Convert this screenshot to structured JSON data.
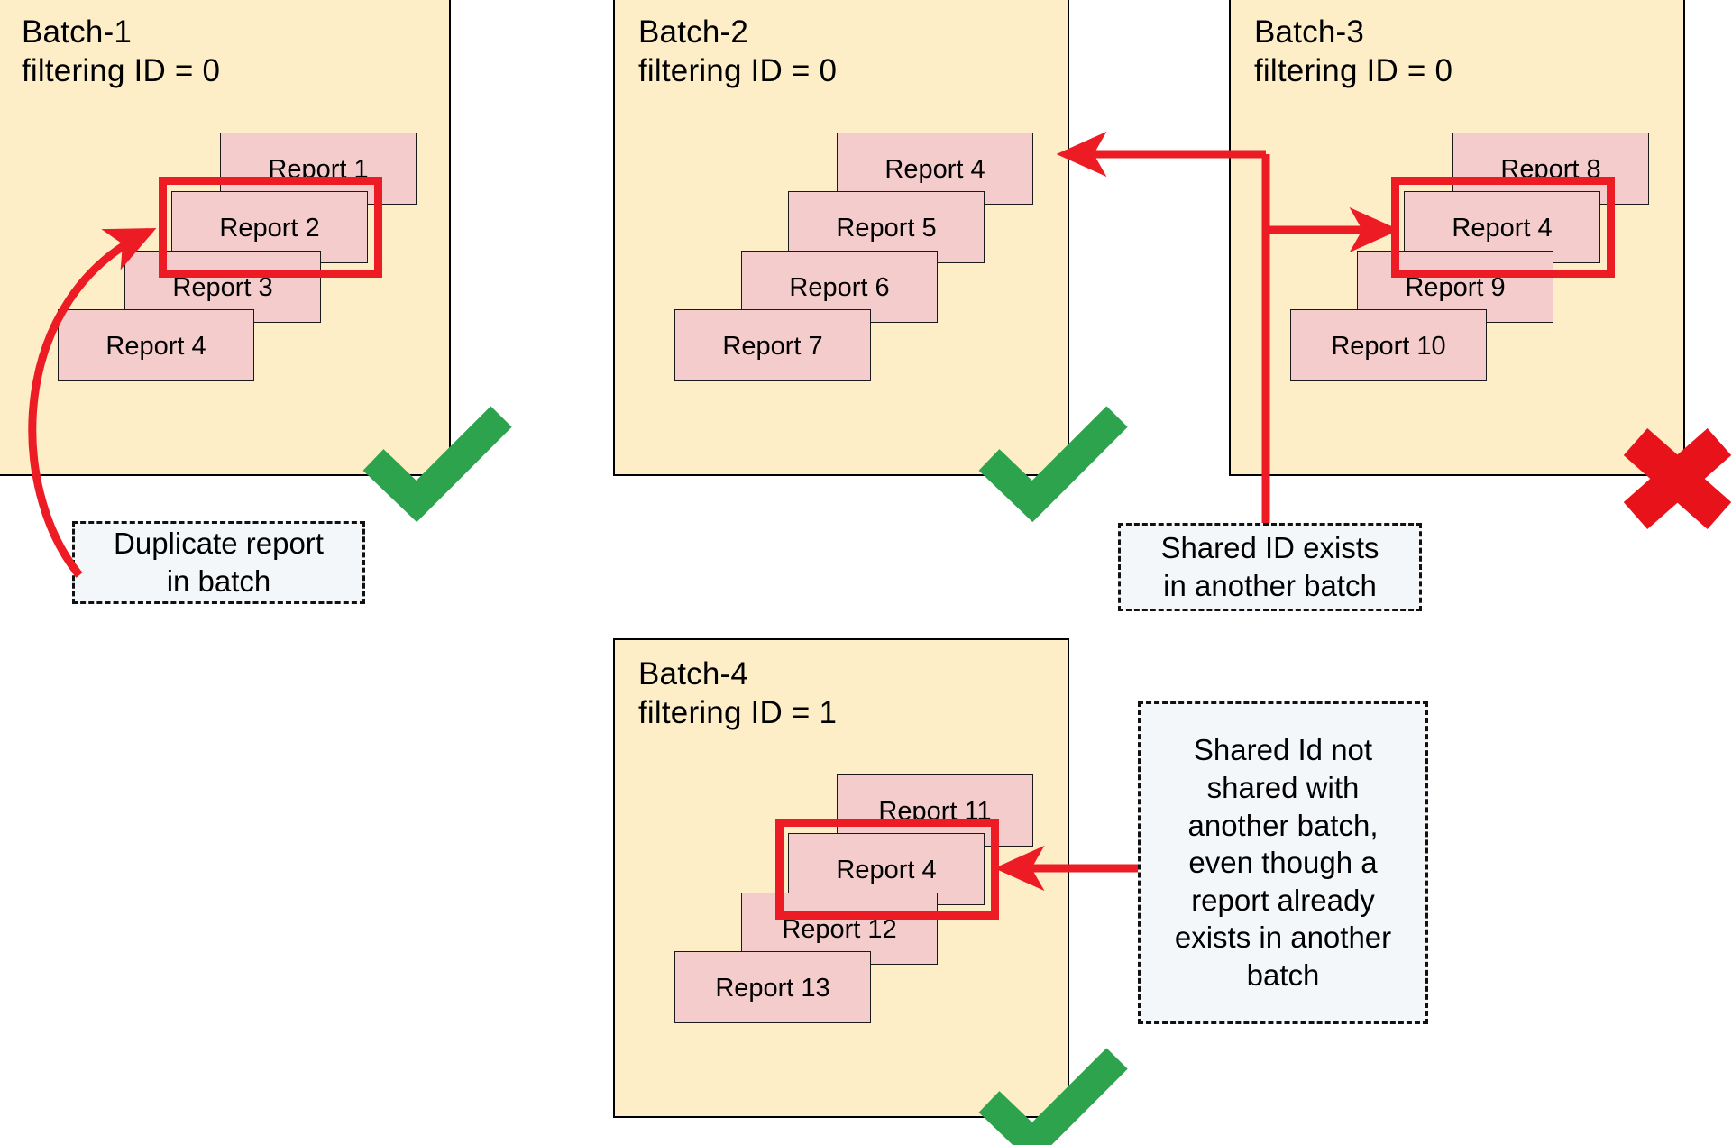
{
  "diagram": {
    "title": "Report batching and shared-ID filtering rules",
    "colors": {
      "batch_background": "#fdeec8",
      "batch_border": "#000000",
      "card_background": "#f5cccc",
      "card_border": "#1a1a1a",
      "highlight": "#ed1c24",
      "arrow": "#ed1c24",
      "valid_mark": "#2da34d",
      "invalid_mark": "#e8131a",
      "callout_background": "#f4f7fa",
      "callout_border": "#111111"
    }
  },
  "batches": [
    {
      "id": "batch-1",
      "name": "Batch-1",
      "filter_label": "filtering ID = 0",
      "title": "Batch-1\nfiltering ID = 0",
      "status": "valid",
      "status_icon": "check-mark-icon",
      "reports": [
        {
          "label": "Report 1",
          "highlighted": false
        },
        {
          "label": "Report 2",
          "highlighted": true
        },
        {
          "label": "Report 3",
          "highlighted": false
        },
        {
          "label": "Report 4",
          "highlighted": false
        }
      ]
    },
    {
      "id": "batch-2",
      "name": "Batch-2",
      "filter_label": "filtering ID = 0",
      "title": "Batch-2\nfiltering ID = 0",
      "status": "valid",
      "status_icon": "check-mark-icon",
      "reports": [
        {
          "label": "Report 4",
          "highlighted": false
        },
        {
          "label": "Report 5",
          "highlighted": false
        },
        {
          "label": "Report 6",
          "highlighted": false
        },
        {
          "label": "Report 7",
          "highlighted": false
        }
      ]
    },
    {
      "id": "batch-3",
      "name": "Batch-3",
      "filter_label": "filtering ID = 0",
      "title": "Batch-3\nfiltering ID = 0",
      "status": "invalid",
      "status_icon": "cross-mark-icon",
      "reports": [
        {
          "label": "Report 8",
          "highlighted": false
        },
        {
          "label": "Report 4",
          "highlighted": true
        },
        {
          "label": "Report 9",
          "highlighted": false
        },
        {
          "label": "Report 10",
          "highlighted": false
        }
      ]
    },
    {
      "id": "batch-4",
      "name": "Batch-4",
      "filter_label": "filtering ID = 1",
      "title": "Batch-4\nfiltering ID = 1",
      "status": "valid",
      "status_icon": "check-mark-icon",
      "reports": [
        {
          "label": "Report 11",
          "highlighted": false
        },
        {
          "label": "Report 4",
          "highlighted": true
        },
        {
          "label": "Report 12",
          "highlighted": false
        },
        {
          "label": "Report 13",
          "highlighted": false
        }
      ]
    }
  ],
  "callouts": [
    {
      "id": "callout-duplicate",
      "text": "Duplicate report\nin batch"
    },
    {
      "id": "callout-shared-id-exists",
      "text": "Shared ID exists\nin another batch"
    },
    {
      "id": "callout-shared-id-not-shared",
      "text": "Shared Id not\nshared with\nanother batch,\neven though a\nreport already\nexists in another\nbatch"
    }
  ]
}
